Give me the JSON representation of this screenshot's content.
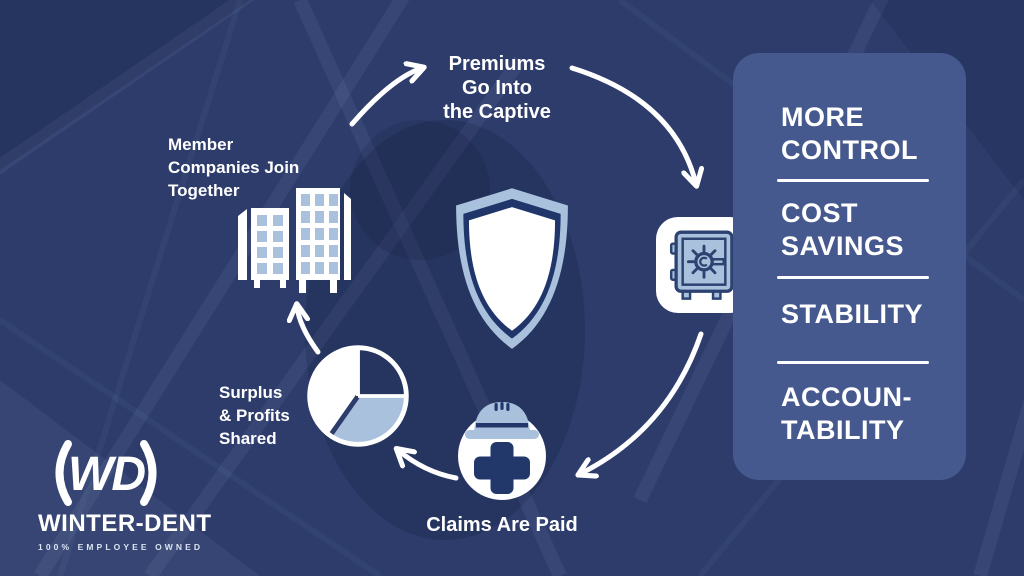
{
  "cycle": {
    "premiums": {
      "lines": [
        "Premiums",
        "Go Into",
        "the Captive"
      ]
    },
    "members": {
      "lines": [
        "Member",
        "Companies Join",
        "Together"
      ]
    },
    "surplus": {
      "lines": [
        "Surplus",
        "& Profits",
        "Shared"
      ]
    },
    "claims": {
      "label": "Claims Are Paid"
    }
  },
  "benefits": {
    "items": [
      {
        "lines": [
          "MORE",
          "CONTROL"
        ]
      },
      {
        "lines": [
          "COST",
          "SAVINGS"
        ]
      },
      {
        "lines": [
          "STABILITY"
        ]
      },
      {
        "lines": [
          "ACCOUN-",
          "TABILITY"
        ]
      }
    ]
  },
  "logo": {
    "mark": "WD",
    "name": "WINTER-DENT",
    "tagline": "100% EMPLOYEE OWNED"
  },
  "icons": {
    "center": "shield-icon",
    "right": "vault-safe-icon",
    "left": "office-buildings-icon",
    "bottom_left": "pie-chart-icon",
    "bottom": "hardhat-medical-cross-icon"
  },
  "colors": {
    "background": "#2d3c6b",
    "panel": "#45598e",
    "accent_light_blue": "#a9c1dc",
    "icon_navy": "#22386b",
    "white": "#ffffff"
  }
}
